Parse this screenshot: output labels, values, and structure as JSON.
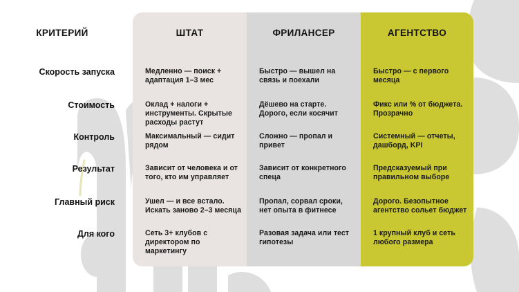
{
  "slide": {
    "background_color": "#ffffff",
    "decor_color": "#dedede",
    "decor_accent_color": "#e8e6b8"
  },
  "table": {
    "columns": [
      {
        "key": "criterion",
        "header": "КРИТЕРИЙ",
        "bg": "#ffffff"
      },
      {
        "key": "staff",
        "header": "ШТАТ",
        "bg": "#e9e3e1"
      },
      {
        "key": "freelance",
        "header": "ФРИЛАНСЕР",
        "bg": "#d7d7d7"
      },
      {
        "key": "agency",
        "header": "АГЕНТСТВО",
        "bg": "#c9c832"
      }
    ],
    "rows": [
      {
        "label": "Скорость запуска",
        "staff": "Медленно — поиск + адаптация 1–3 мес",
        "freelance": "Быстро — вышел на связь и поехали",
        "agency": "Быстро — с первого месяца"
      },
      {
        "label": "Стоимость",
        "staff": "Оклад + налоги + инструменты. Скрытые расходы растут",
        "freelance": "Дёшево на старте. Дорого, если косячит",
        "agency": "Фикс или % от бюджета. Прозрачно"
      },
      {
        "label": "Контроль",
        "staff": "Максимальный — сидит рядом",
        "freelance": "Сложно — пропал и привет",
        "agency": "Системный — отчеты, дашборд, KPI"
      },
      {
        "label": "Результат",
        "staff": "Зависит от человека и от того, кто им управляет",
        "freelance": "Зависит от конкретного спеца",
        "agency": "Предсказуемый при правильном выборе"
      },
      {
        "label": "Главный риск",
        "staff": "Ушел — и все встало. Искать заново 2–3 месяца",
        "freelance": "Пропал, сорвал сроки, нет опыта в фитнесе",
        "agency": "Дорого. Безопытное агентство сольет бюджет"
      },
      {
        "label": "Для кого",
        "staff": "Сеть 3+ клубов с директором по маркетингу",
        "freelance": "Разовая задача или тест гипотезы",
        "agency": "1 крупный клуб и сеть любого размера"
      }
    ]
  }
}
